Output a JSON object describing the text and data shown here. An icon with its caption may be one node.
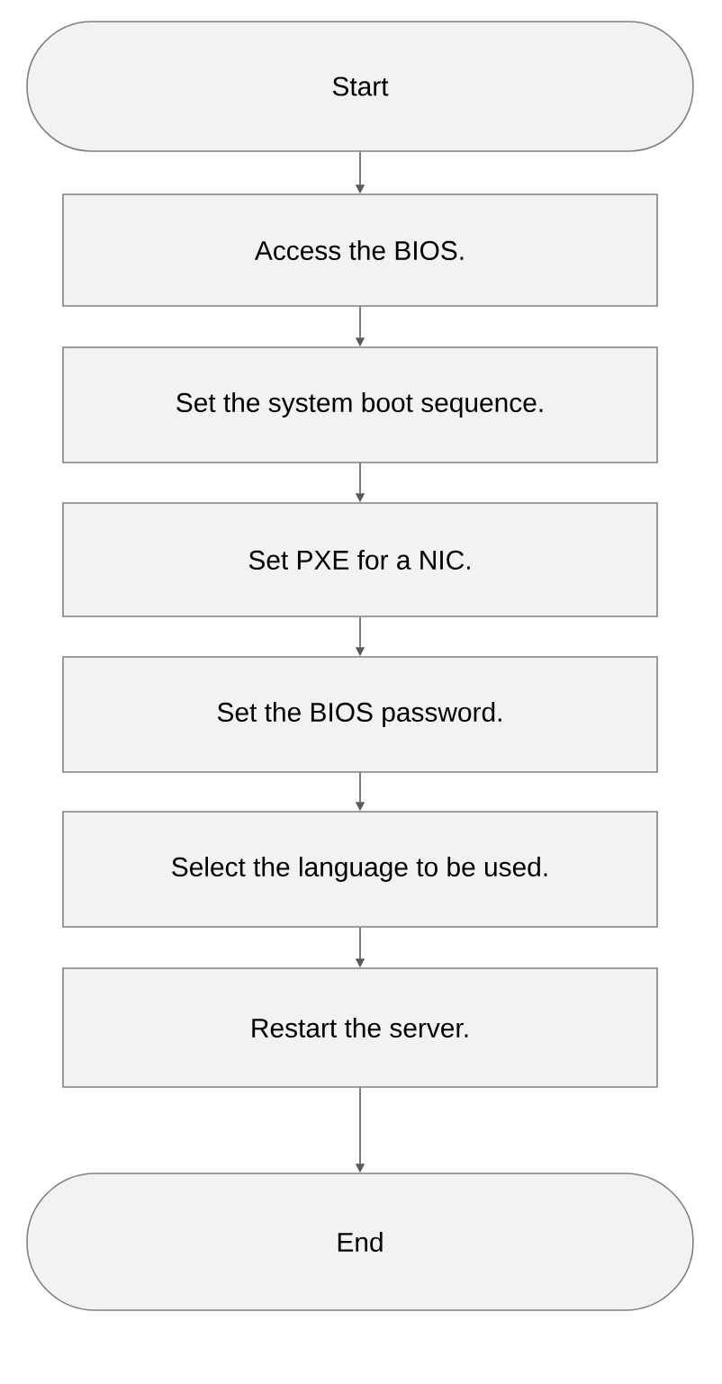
{
  "diagram": {
    "nodes": [
      {
        "text": [
          "Start"
        ]
      },
      {
        "text": [
          "Access the BIOS."
        ]
      },
      {
        "text": [
          "Set the system boot sequence."
        ]
      },
      {
        "text": [
          "Set PXE for a NIC."
        ]
      },
      {
        "text": [
          "Set the BIOS password."
        ]
      },
      {
        "text": [
          "Select the language to be used."
        ]
      },
      {
        "text": [
          "Restart the server."
        ]
      },
      {
        "text": [
          "End"
        ]
      }
    ],
    "edges": [
      {
        "from": 0,
        "to": 1,
        "arrow": "to"
      },
      {
        "from": 1,
        "to": 2,
        "arrow": "to"
      },
      {
        "from": 2,
        "to": 3,
        "arrow": "to"
      },
      {
        "from": 3,
        "to": 4,
        "arrow": "to"
      },
      {
        "from": 4,
        "to": 5,
        "arrow": "to"
      },
      {
        "from": 5,
        "to": 6,
        "arrow": "to"
      },
      {
        "from": 6,
        "to": 7,
        "arrow": "to"
      }
    ]
  }
}
